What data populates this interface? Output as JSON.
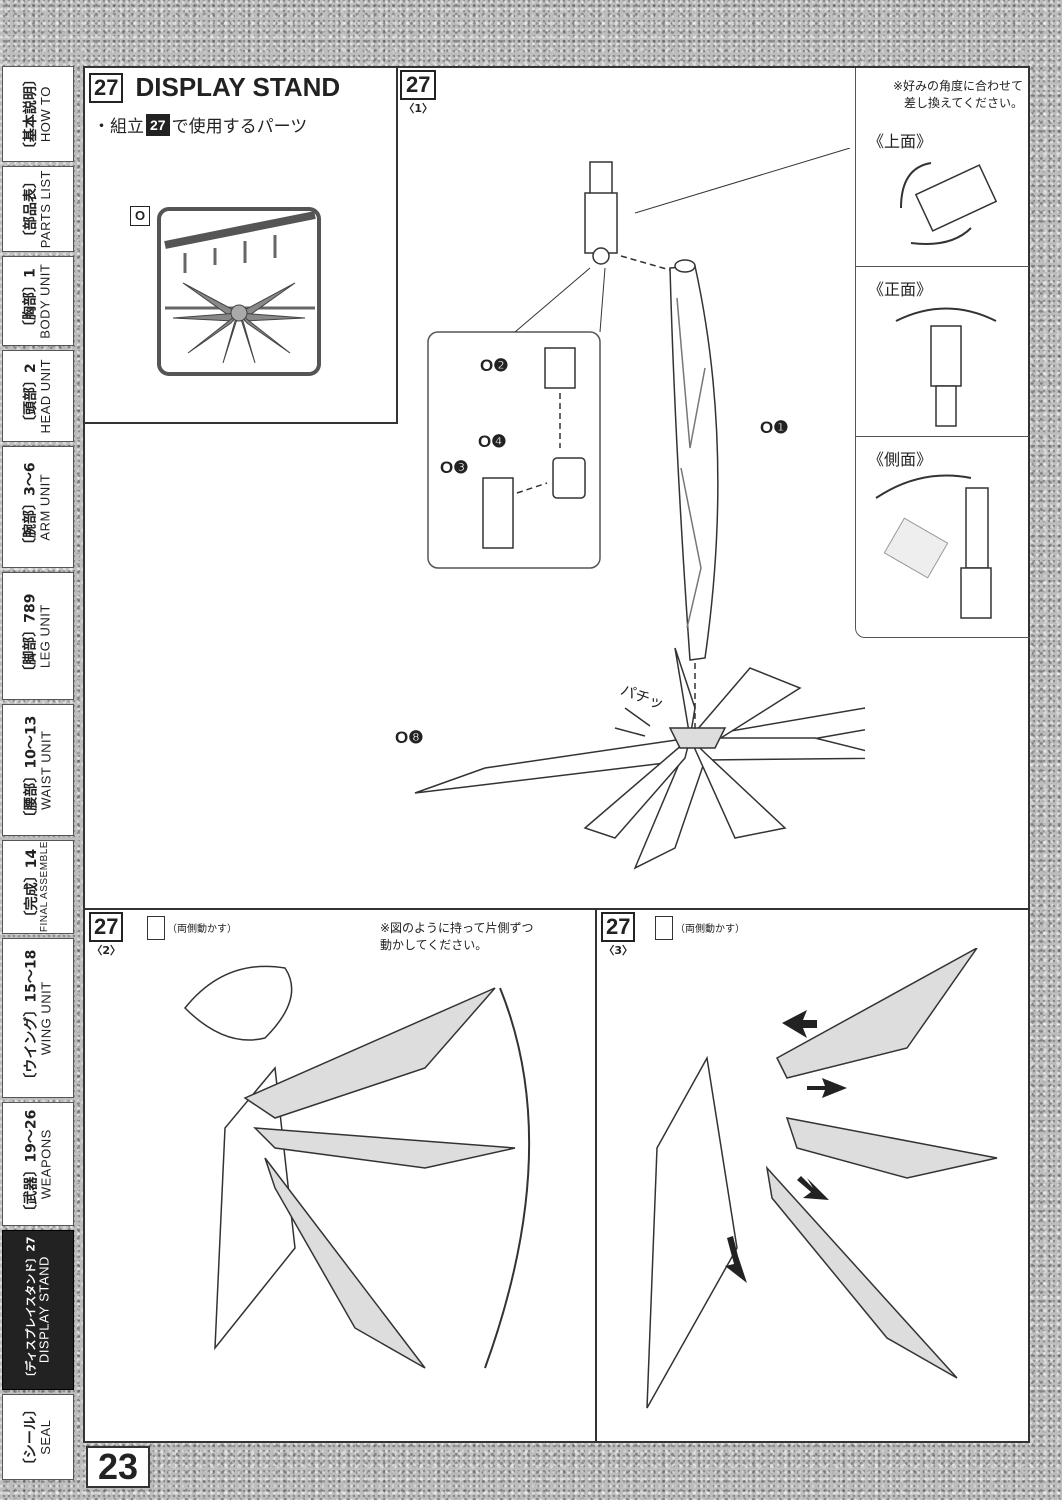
{
  "sidebar": {
    "tabs": [
      {
        "jp": "〔基本説明〕",
        "en": "HOW TO"
      },
      {
        "jp": "〔部品表〕",
        "en": "PARTS LIST"
      },
      {
        "jp": "〔胸部〕1",
        "en": "BODY UNIT"
      },
      {
        "jp": "〔頭部〕2",
        "en": "HEAD UNIT"
      },
      {
        "jp": "〔腕部〕3〜6",
        "en": "ARM UNIT"
      },
      {
        "jp": "〔脚部〕789",
        "en": "LEG UNIT"
      },
      {
        "jp": "〔腰部〕10〜13",
        "en": "WAIST UNIT"
      },
      {
        "jp": "〔完成〕14",
        "en": "FINAL ASSEMBLE"
      },
      {
        "jp": "〔ウイング〕15〜18",
        "en": "WING UNIT"
      },
      {
        "jp": "〔武器〕19〜26",
        "en": "WEAPONS"
      },
      {
        "jp": "〔ディスプレイスタンド〕27",
        "en": "DISPLAY STAND"
      },
      {
        "jp": "〔シール〕",
        "en": "SEAL"
      }
    ]
  },
  "page_number": "23",
  "section": {
    "number": "27",
    "title": "DISPLAY STAND",
    "parts_note_prefix": "・組立",
    "parts_note_step": "27",
    "parts_note_suffix": "で使用するパーツ",
    "runner_label": "O"
  },
  "step1": {
    "badge": "27",
    "sub": "〈1〉",
    "labels": {
      "o1": "O❶",
      "o2": "O❷",
      "o3": "O❸",
      "o4": "O❹",
      "o8": "O❽"
    },
    "sfx": "パチッ",
    "side_note_line1": "※好みの角度に合わせて",
    "side_note_line2": "差し換えてください。",
    "views": [
      "《上面》",
      "《正面》",
      "《側面》"
    ]
  },
  "step2": {
    "badge": "27",
    "sub": "〈2〉",
    "hint": "（両側動かす）",
    "note_line1": "※図のように持って片側ずつ",
    "note_line2": "動かしてください。"
  },
  "step3": {
    "badge": "27",
    "sub": "〈3〉",
    "hint": "（両側動かす）"
  }
}
